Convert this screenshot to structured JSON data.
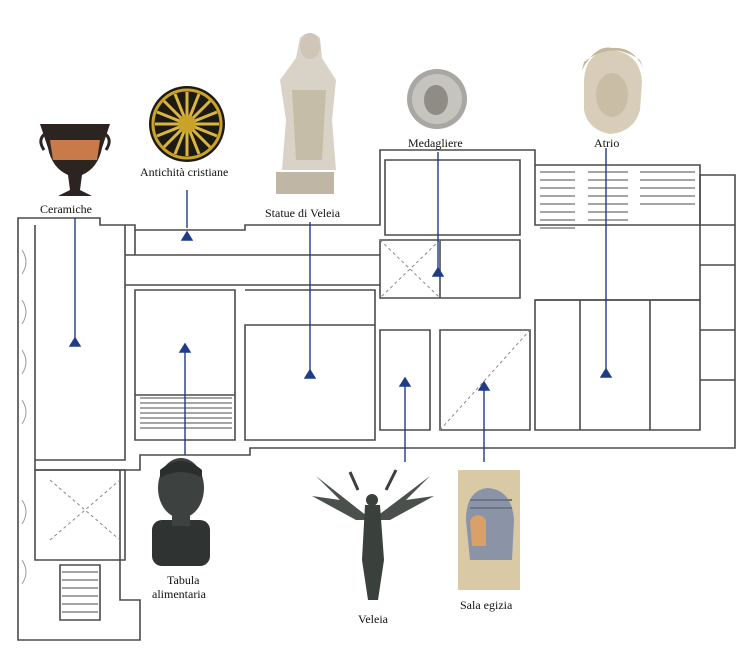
{
  "labels": {
    "ceramiche": "Ceramiche",
    "antichita": "Antichità cristiane",
    "statue": "Statue di Veleia",
    "medagliere": "Medagliere",
    "atrio": "Atrio",
    "tabula_1": "Tabula",
    "tabula_2": "alimentaria",
    "veleia": "Veleia",
    "sala_egizia": "Sala egizia"
  },
  "colors": {
    "wall": "#4b4b4b",
    "pointer": "#1f3c88",
    "paper": "#fafafa",
    "marble": "#d9d2c6",
    "bronze": "#3d4240",
    "gold": "#c9a227"
  },
  "icons": [
    "vase-icon",
    "medallion-icon",
    "statue-icon",
    "coin-icon",
    "bust-icon",
    "bronze-head-icon",
    "winged-victory-icon",
    "egyptian-relief-icon"
  ]
}
